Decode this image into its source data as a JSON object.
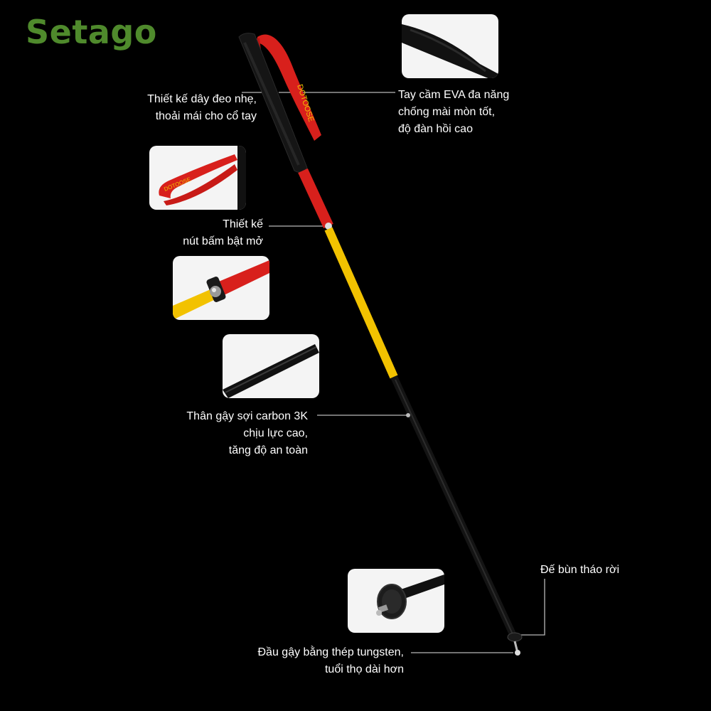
{
  "brand": {
    "name": "Setago"
  },
  "pole": {
    "strap_text": "DOTOOSE"
  },
  "callouts": {
    "strap": {
      "lines": [
        "Thiết kế dây đeo nhẹ,",
        "thoải mái cho cổ tay"
      ]
    },
    "handle": {
      "lines": [
        "Tay cầm EVA đa năng",
        "chống mài mòn tốt,",
        "độ đàn hồi cao"
      ]
    },
    "button": {
      "lines": [
        "Thiết kế",
        "nút bấm bật mở"
      ]
    },
    "carbon": {
      "lines": [
        "Thân gậy sợi carbon 3K",
        "chịu lực cao,",
        "tăng độ an toàn"
      ]
    },
    "mud_basket": {
      "lines": [
        "Đế bùn tháo rời"
      ]
    },
    "tip": {
      "lines": [
        "Đầu gậy bằng thép tungsten,",
        "tuổi thọ dài hơn"
      ]
    }
  },
  "colors": {
    "brand": "#4f8a2c",
    "background": "#000000",
    "pole_red": "#d8201c",
    "pole_yellow": "#f2c200",
    "pole_black": "#111111",
    "leader_line": "#b8b8b8"
  }
}
